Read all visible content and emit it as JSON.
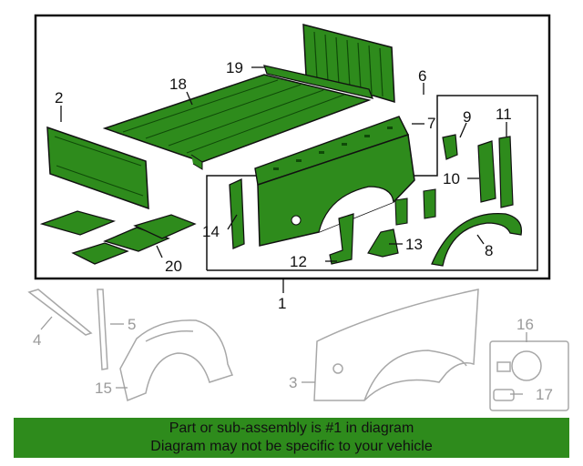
{
  "diagram": {
    "callouts": [
      {
        "id": "19",
        "label": "19"
      },
      {
        "id": "18",
        "label": "18"
      },
      {
        "id": "6",
        "label": "6"
      },
      {
        "id": "2",
        "label": "2"
      },
      {
        "id": "7",
        "label": "7"
      },
      {
        "id": "9",
        "label": "9"
      },
      {
        "id": "11",
        "label": "11"
      },
      {
        "id": "10",
        "label": "10"
      },
      {
        "id": "14",
        "label": "14"
      },
      {
        "id": "13",
        "label": "13"
      },
      {
        "id": "12",
        "label": "12"
      },
      {
        "id": "8",
        "label": "8"
      },
      {
        "id": "20",
        "label": "20"
      },
      {
        "id": "1",
        "label": "1"
      },
      {
        "id": "4",
        "label": "4"
      },
      {
        "id": "5",
        "label": "5"
      },
      {
        "id": "16",
        "label": "16"
      },
      {
        "id": "3",
        "label": "3"
      },
      {
        "id": "15",
        "label": "15"
      },
      {
        "id": "17",
        "label": "17"
      }
    ]
  },
  "footer": {
    "line1": "Part or sub-assembly is #1 in diagram",
    "line2": "Diagram may not be specific to your vehicle"
  },
  "colors": {
    "part_green": "#2e8b1c",
    "outline": "#111111",
    "ghost": "#a8a8a8",
    "banner": "#2e8b1c"
  }
}
